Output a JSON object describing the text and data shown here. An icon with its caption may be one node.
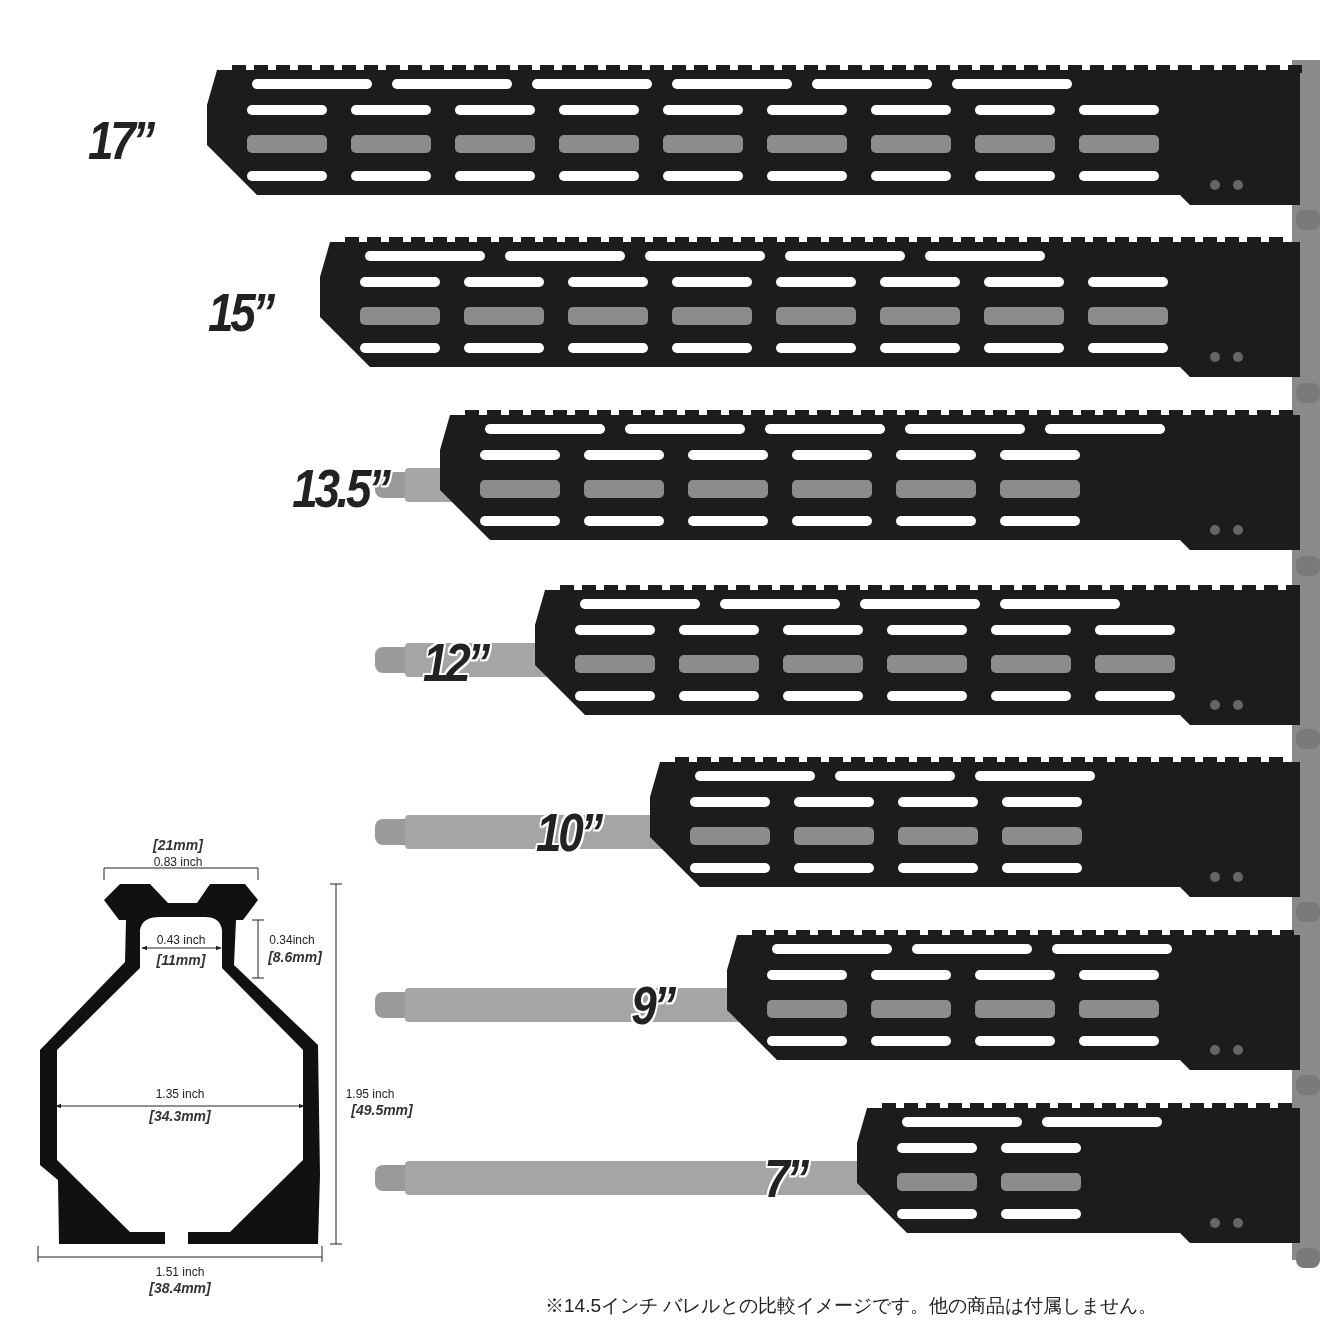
{
  "diagram": {
    "labels": [
      "17”",
      "15”",
      "13.5”",
      "12”",
      "10”",
      "9”",
      "7”",
      "[21mm]",
      "0.83 inch",
      "0.43 inch",
      "[11mm]",
      "0.34inch",
      "[8.6mm]",
      "1.35 inch",
      "[34.3mm]",
      "1.95 inch",
      "[49.5mm]",
      "1.51 inch",
      "[38.4mm]",
      "※14.5インチ バレルとの比較イメージです。他の商品は付属しません。"
    ]
  }
}
